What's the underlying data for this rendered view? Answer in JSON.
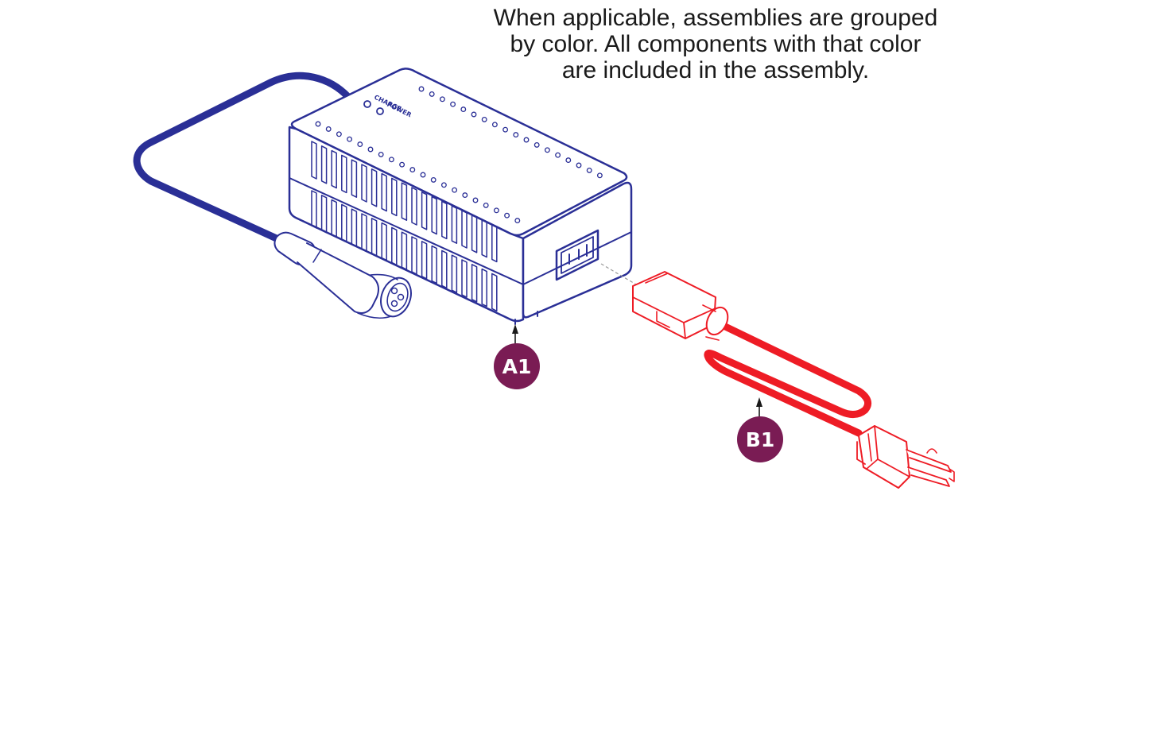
{
  "caption": {
    "line1": "When applicable, assemblies are grouped",
    "line2": "by color. All components with that color",
    "line3": "are included in the assembly."
  },
  "charger": {
    "color": "#2a2f96",
    "led_labels": [
      "CHARGE",
      "POWER"
    ]
  },
  "power_cord": {
    "color": "#ee1c25"
  },
  "callouts": [
    {
      "label": "A1",
      "part": "battery-charger",
      "color": "#7a1c54"
    },
    {
      "label": "B1",
      "part": "power-cord",
      "color": "#7a1c54"
    }
  ]
}
